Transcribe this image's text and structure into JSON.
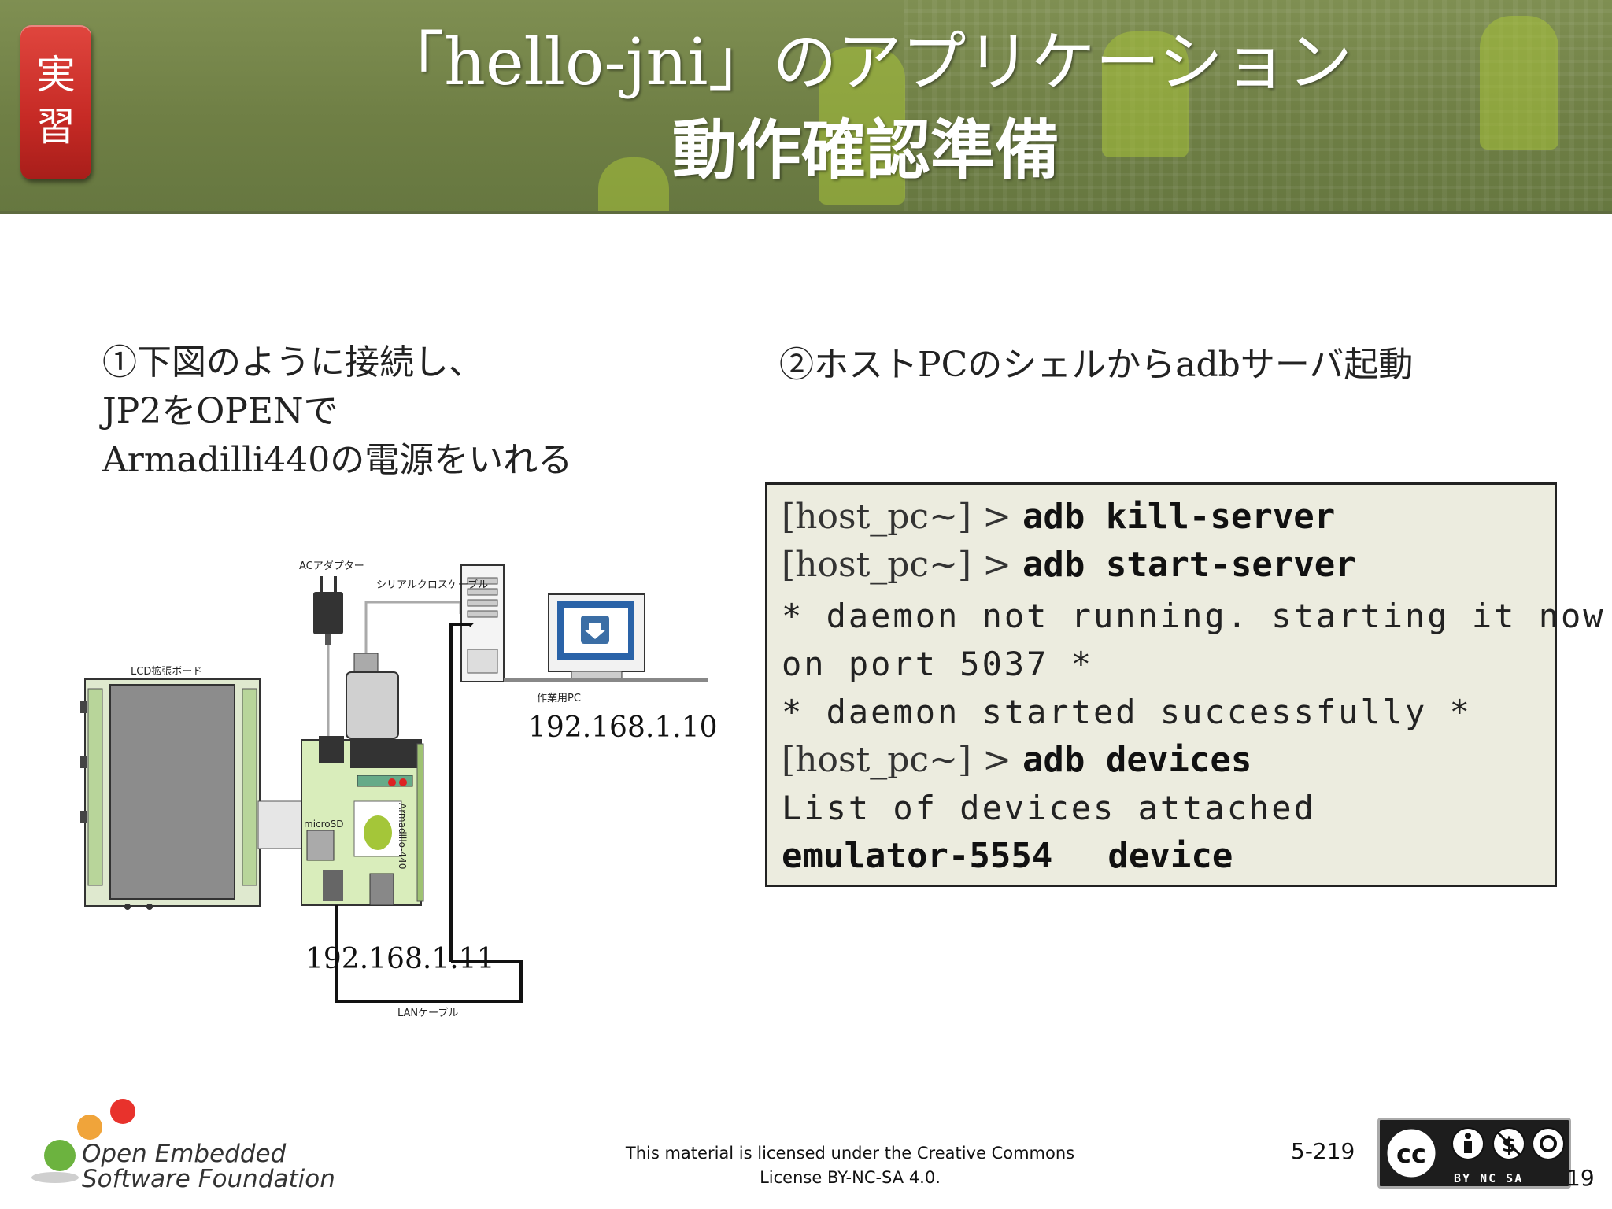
{
  "header": {
    "badge_line1": "実",
    "badge_line2": "習",
    "title_line1": "「hello-jni」のアプリケーション",
    "title_line2": "動作確認準備"
  },
  "left": {
    "lines": [
      "①下図のように接続し、",
      "JP2をOPENで",
      "Armadilli440の電源をいれる"
    ]
  },
  "right": {
    "heading": "②ホストPCのシェルからadbサーバ起動"
  },
  "terminal": {
    "prompt": "[host_pc~] > ",
    "cmd1": "adb kill-server",
    "cmd2": "adb start-server",
    "msg1": "* daemon not running. starting it now",
    "msg2": "on port 5037 *",
    "msg3": "* daemon started successfully *",
    "cmd3": "adb devices",
    "msg4": "List of devices attached",
    "dev_name": "emulator-5554",
    "dev_state": "device"
  },
  "diagram": {
    "ac_adapter": "ACアダプター",
    "serial_cable": "シリアルクロスケーブル",
    "lcd_board": "LCD拡張ボード",
    "work_pc": "作業用PC",
    "microsd": "microSD",
    "armadillo": "Armadillo-440",
    "lan_cable": "LANケーブル",
    "pc_ip": "192.168.1.10",
    "board_ip": "192.168.1.11"
  },
  "footer": {
    "license_line1": "This material is licensed under the Creative Commons",
    "license_line2": "License BY-NC-SA 4.0.",
    "page_number": "5-219",
    "page_number_partial": "19",
    "org_line1": "Open Embedded",
    "org_line2": "Software Foundation",
    "cc_terms": "BY NC SA"
  },
  "colors": {
    "header_green": "#6f7f45",
    "badge_red": "#c62a25",
    "terminal_bg": "#ececdf"
  }
}
